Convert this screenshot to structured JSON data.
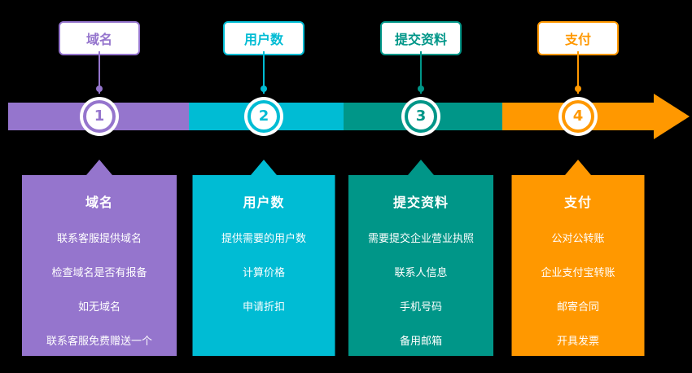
{
  "background_color": "#000000",
  "text_color_on_cards": "#ffffff",
  "steps": [
    {
      "label": "域名",
      "number": "1",
      "title": "域名",
      "color": "#9575cd",
      "items": [
        "联系客服提供域名",
        "检查域名是否有报备",
        "如无域名",
        "联系客服免费赠送一个"
      ]
    },
    {
      "label": "用户数",
      "number": "2",
      "title": "用户数",
      "color": "#00bcd4",
      "items": [
        "提供需要的用户数",
        "计算价格",
        "申请折扣"
      ]
    },
    {
      "label": "提交资料",
      "number": "3",
      "title": "提交资料",
      "color": "#009688",
      "items": [
        "需要提交企业营业执照",
        "联系人信息",
        "手机号码",
        "备用邮箱"
      ]
    },
    {
      "label": "支付",
      "number": "4",
      "title": "支付",
      "color": "#ff9800",
      "items": [
        "公对公转账",
        "企业支付宝转账",
        "邮寄合同",
        "开具发票"
      ]
    }
  ]
}
